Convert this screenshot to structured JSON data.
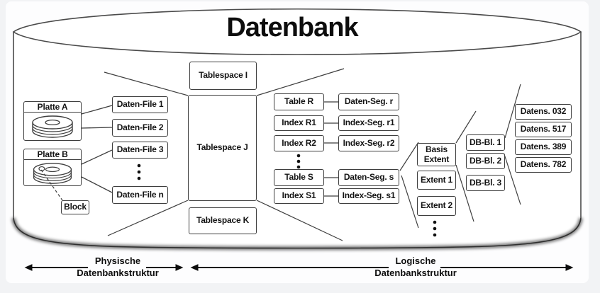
{
  "title": "Datenbank",
  "physical_structure": {
    "disk_a_label": "Platte A",
    "disk_b_label": "Platte B",
    "block_label": "Block",
    "data_files": [
      "Daten-File 1",
      "Daten-File 2",
      "Daten-File 3",
      "Daten-File n"
    ]
  },
  "logical_structure": {
    "tablespaces": [
      "Tablespace I",
      "Tablespace J",
      "Tablespace K"
    ],
    "schema_objects": [
      {
        "object": "Table R",
        "segment": "Daten-Seg. r"
      },
      {
        "object": "Index R1",
        "segment": "Index-Seg. r1"
      },
      {
        "object": "Index R2",
        "segment": "Index-Seg. r2"
      },
      {
        "object": "Table S",
        "segment": "Daten-Seg. s"
      },
      {
        "object": "Index S1",
        "segment": "Index-Seg. s1"
      }
    ],
    "extents": [
      "Basis Extent",
      "Extent 1",
      "Extent 2"
    ],
    "db_blocks": [
      "DB-Bl. 1",
      "DB-Bl. 2",
      "DB-Bl. 3"
    ],
    "data_records": [
      "Datens. 032",
      "Datens. 517",
      "Datens. 389",
      "Datens. 782"
    ]
  },
  "legend": {
    "physical": {
      "line1": "Physische",
      "line2": "Datenbankstruktur"
    },
    "logical": {
      "line1": "Logische",
      "line2": "Datenbankstruktur"
    }
  },
  "colors": {
    "ink": "#0d0d0d",
    "line": "#3e3e3e",
    "box_background": "#ffffff",
    "panel_background": "#fdfdfe",
    "page_background": "#f2f3f5"
  }
}
